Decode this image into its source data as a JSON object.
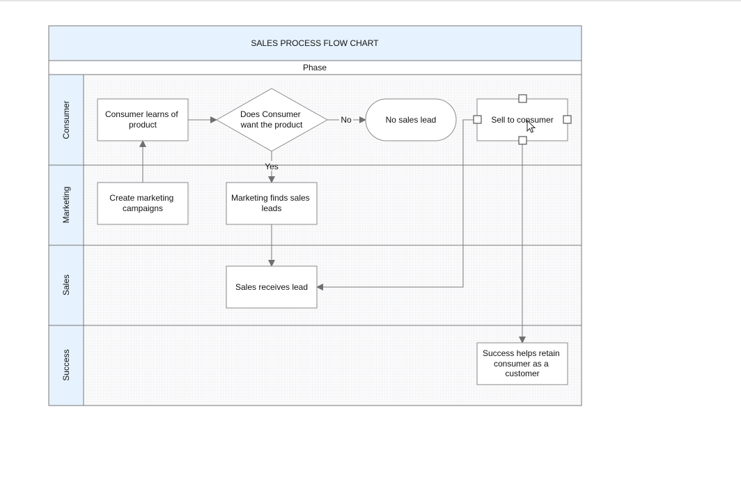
{
  "title": "SALES PROCESS FLOW CHART",
  "phase": "Phase",
  "lanes": [
    "Consumer",
    "Marketing",
    "Sales",
    "Success"
  ],
  "nodes": {
    "consumer_learns": [
      "Consumer learns of",
      "product"
    ],
    "decision": [
      "Does Consumer",
      "want the product"
    ],
    "no_sales_lead": [
      "No sales lead"
    ],
    "sell_to_consumer": [
      "Sell to consumer"
    ],
    "create_campaigns": [
      "Create marketing",
      "campaigns"
    ],
    "marketing_finds": [
      "Marketing finds sales",
      "leads"
    ],
    "sales_receives": [
      "Sales receives lead"
    ],
    "success_retain": [
      "Success helps retain",
      "consumer as a",
      "customer"
    ]
  },
  "edge_labels": {
    "no": "No",
    "yes": "Yes"
  },
  "colors": {
    "header_fill": "#e6f2fd",
    "lane_fill": "#f6f7f9",
    "border": "#777777",
    "shape_stroke": "#8a8a8a",
    "connector": "#7a7a7a"
  }
}
